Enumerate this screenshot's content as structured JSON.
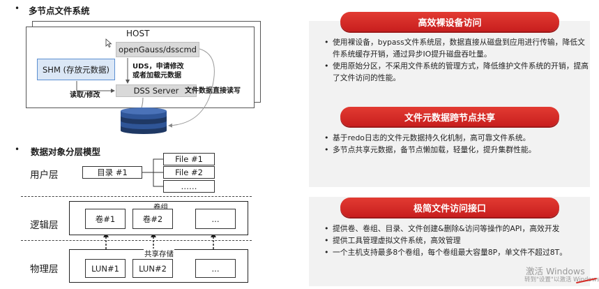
{
  "left": {
    "sections": [
      {
        "bullet": "•",
        "title": "多节点文件系统"
      },
      {
        "bullet": "•",
        "title": "数据对象分层模型"
      }
    ],
    "host_diagram": {
      "host_label": "HOST",
      "app_box": "openGauss/dsscmd",
      "shm_box": "SHM (存放元数据)",
      "server_box": "DSS Server",
      "uds_note_line1": "UDS，申请修改",
      "uds_note_line2": "或者加载元数据",
      "rw_label": "读取/修改",
      "direct_rw_label": "文件数据直接读写"
    },
    "layer_model": {
      "user_layer": "用户层",
      "logic_layer": "逻辑层",
      "physical_layer": "物理层",
      "directory": "目录 #1",
      "files": [
        "File #1",
        "File #2",
        "……"
      ],
      "volume_group_label": "卷组",
      "volumes": [
        "卷#1",
        "卷#2",
        "..."
      ],
      "shared_storage_label": "共享存储",
      "luns": [
        "LUN#1",
        "LUN#2",
        "..."
      ]
    }
  },
  "right": {
    "cards": [
      {
        "title": "高效裸设备访问",
        "items": [
          "使用裸设备，bypass文件系统层，数据直接从磁盘到应用进行传输，降低文件系统缓存开销，通过异步IO提升磁盘吞吐量。",
          "使用原始分区，不采用文件系统的管理方式，降低维护文件系统的开销，提高了文件访问的性能。"
        ]
      },
      {
        "title": "文件元数据跨节点共享",
        "items": [
          "基于redo日志的文件元数据持久化机制，高可靠文件系统。",
          "多节点共享元数据，备节点懒加载，轻量化，提升集群性能。"
        ]
      },
      {
        "title": "极简文件访问接口",
        "items": [
          "提供卷、卷组、目录、文件创建&删除&访问等操作的API，高效开发",
          "提供工具管理虚拟文件系统，高效管理",
          "一个主机支持最多8个卷组，每个卷组最大容量8P，单文件不超过8T。"
        ]
      }
    ]
  },
  "watermark": {
    "line1": "激活 Windows",
    "line2": "转到\"设置\"以激活 Windows。"
  },
  "colors": {
    "accent_red": "#d42a24",
    "panel_gray": "#f2f2f2",
    "box_gray": "#d9d9d9"
  }
}
